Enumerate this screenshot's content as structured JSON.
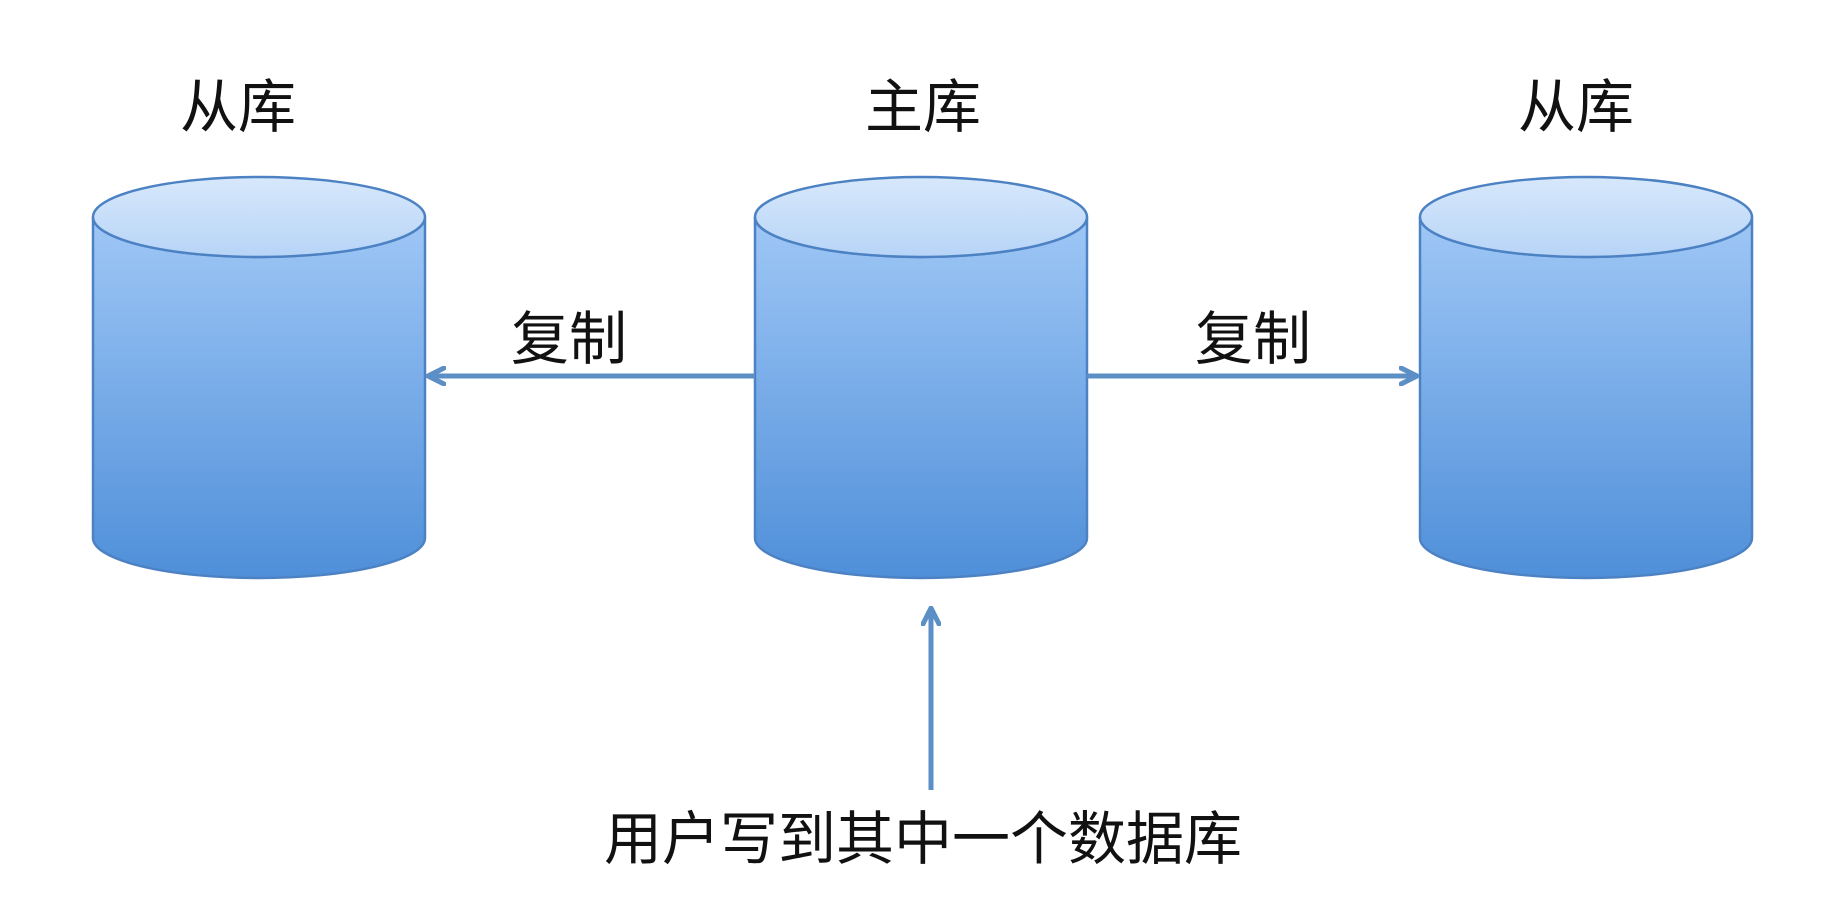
{
  "nodes": {
    "left_db": {
      "label": "从库"
    },
    "center_db": {
      "label": "主库"
    },
    "right_db": {
      "label": "从库"
    }
  },
  "edges": {
    "copy_left": {
      "label": "复制"
    },
    "copy_right": {
      "label": "复制"
    },
    "user_write": {
      "label": "用户写到其中一个数据库"
    }
  },
  "colors": {
    "cylinder_top_light": "#d7e8fb",
    "cylinder_top_dark": "#b7d4f7",
    "cylinder_body_top": "#9fc7f6",
    "cylinder_body_bottom": "#4f8fd9",
    "cylinder_stroke": "#4c82c3",
    "arrow": "#5b8fc6"
  }
}
